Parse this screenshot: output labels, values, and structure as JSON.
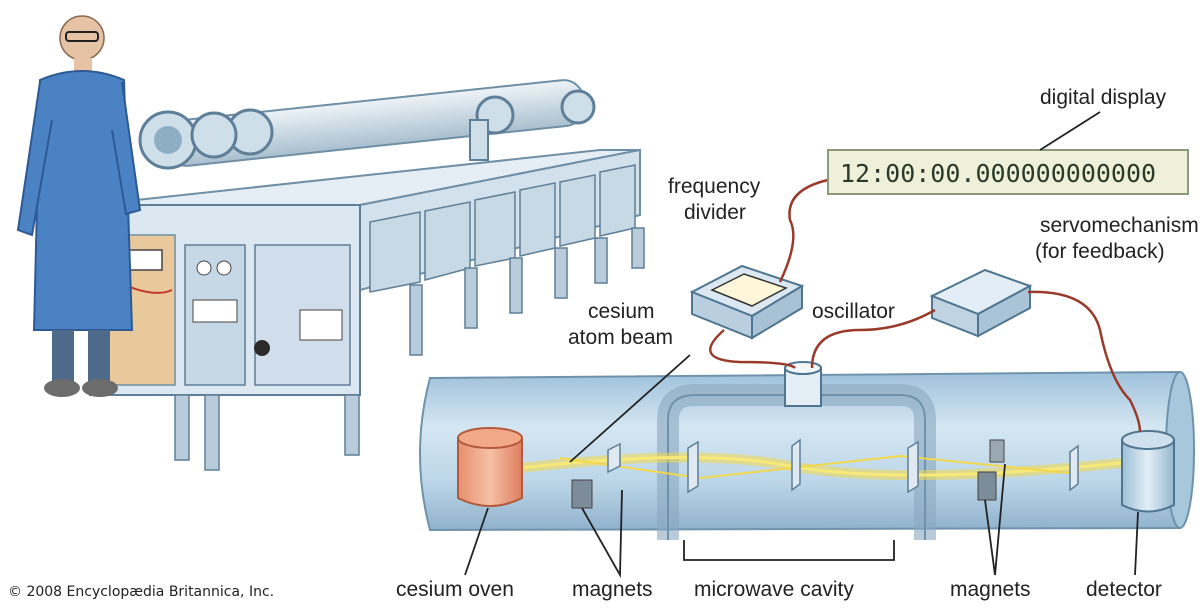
{
  "labels": {
    "digital_display": "digital display",
    "display_reading": "12:00:00.000000000000",
    "frequency_divider_1": "frequency",
    "frequency_divider_2": "divider",
    "servomechanism_1": "servomechanism",
    "servomechanism_2": "(for feedback)",
    "oscillator": "oscillator",
    "cesium_atom_beam_1": "cesium",
    "cesium_atom_beam_2": "atom beam",
    "cesium_oven": "cesium oven",
    "magnets_left": "magnets",
    "microwave_cavity": "microwave cavity",
    "magnets_right": "magnets",
    "detector": "detector"
  },
  "copyright": "© 2008 Encyclopædia Britannica, Inc.",
  "colors": {
    "tube_fill": "#bcd6e8",
    "tube_edge": "#6f93ad",
    "beam": "#f2d84a",
    "oven": "#f2a98a",
    "cable": "#9a3a2a",
    "lab_coat": "#4a82c4",
    "cabinet": "#d9e6f0"
  }
}
